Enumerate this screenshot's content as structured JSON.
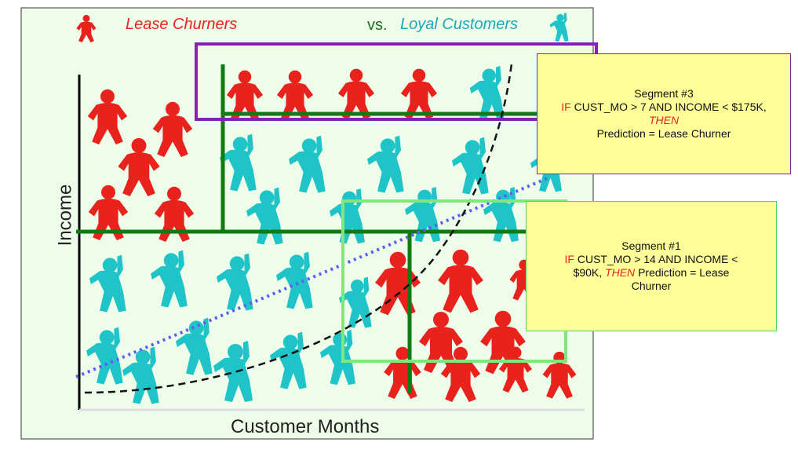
{
  "legend": {
    "churners_label": "Lease Churners",
    "vs_label": "vs.",
    "loyal_label": "Loyal Customers",
    "churner_icon": "red-person-icon",
    "loyal_icon": "cyan-person-icon"
  },
  "axes": {
    "y_label": "Income",
    "x_label": "Customer Months"
  },
  "segment3": {
    "title": "Segment #3",
    "if_word": "IF",
    "condition": "CUST_MO > 7 AND INCOME < $175K,",
    "then_word": "THEN",
    "prediction": "Prediction = Lease Churner"
  },
  "segment1": {
    "title": "Segment #1",
    "if_word": "IF",
    "condition_a": "CUST_MO > 14 AND INCOME <",
    "condition_b": "$90K,",
    "then_word": "THEN",
    "prediction_a": "Prediction = Lease",
    "prediction_b": "Churner"
  },
  "colors": {
    "churner": "#e8231e",
    "loyal": "#1fc4c9",
    "split_lines": "#127a12",
    "segment3_box": "#8a1fb8",
    "segment1_box": "#7ee87e",
    "linear_boundary": "#5d5ff0",
    "curve_boundary": "#111111",
    "panel_bg": "#eefcea"
  }
}
